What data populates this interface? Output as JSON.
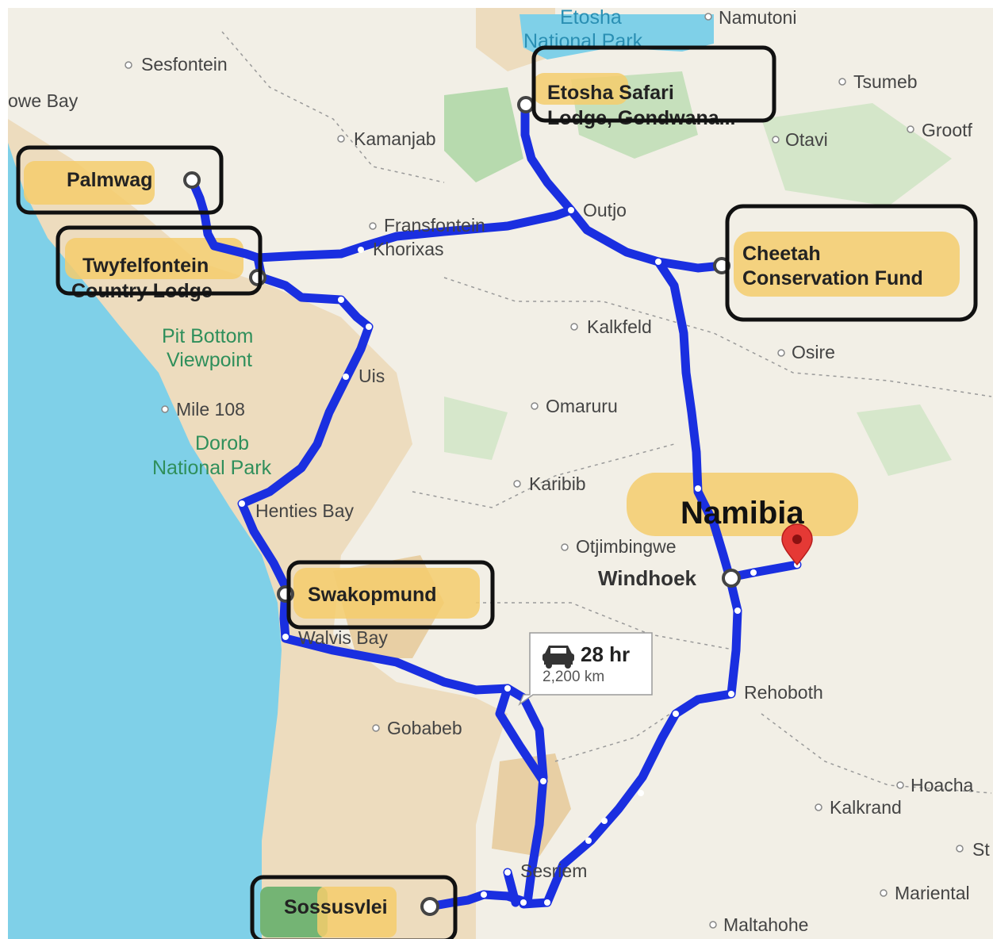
{
  "map": {
    "country_label": "Namibia",
    "places": {
      "namutoni": "Namutoni",
      "sesfontein": "Sesfontein",
      "owe_bay": "owe Bay",
      "tsumeb": "Tsumeb",
      "grootf": "Grootf",
      "kamanjab": "Kamanjab",
      "otavi": "Otavi",
      "outjo": "Outjo",
      "fransfontein": "Fransfontein",
      "khorixas": "Khorixas",
      "kalkfeld": "Kalkfeld",
      "osire": "Osire",
      "uis": "Uis",
      "mile108": "Mile 108",
      "omaruru": "Omaruru",
      "karibib": "Karibib",
      "henties_bay": "Henties Bay",
      "otjimbingwe": "Otjimbingwe",
      "walvis_bay": "Walvis Bay",
      "rehoboth": "Rehoboth",
      "gobabeb": "Gobabeb",
      "hoacha": "Hoacha",
      "kalkrand": "Kalkrand",
      "st": "St",
      "sesriem": "Sesriem",
      "mariental": "Mariental",
      "maltahohe": "Maltahohe"
    },
    "parks": {
      "etosha_1": "Etosha",
      "etosha_2": "National Park",
      "pit_bottom_1": "Pit Bottom",
      "pit_bottom_2": "Viewpoint",
      "dorob_1": "Dorob",
      "dorob_2": "National Park"
    },
    "capital": "Windhoek",
    "stops": {
      "etosha_1": "Etosha Safari",
      "etosha_2": "Lodge, Gondwana...",
      "palmwag": "Palmwag",
      "twyfel_1": "Twyfelfontein",
      "twyfel_2": "Country Lodge",
      "cheetah_1": "Cheetah",
      "cheetah_2": "Conservation Fund",
      "swakopmund": "Swakopmund",
      "sossusvlei": "Sossusvlei"
    },
    "route": {
      "duration": "28 hr",
      "distance": "2,200 km",
      "mode_icon": "car-icon",
      "color": "#1a2fe0"
    },
    "colors": {
      "land": "#f2efe6",
      "ocean": "#7fd0e8",
      "desert": "#eddcbe",
      "park_green": "#a8d5a0",
      "highlight": "#f4cd6c",
      "pin": "#e53935"
    }
  }
}
